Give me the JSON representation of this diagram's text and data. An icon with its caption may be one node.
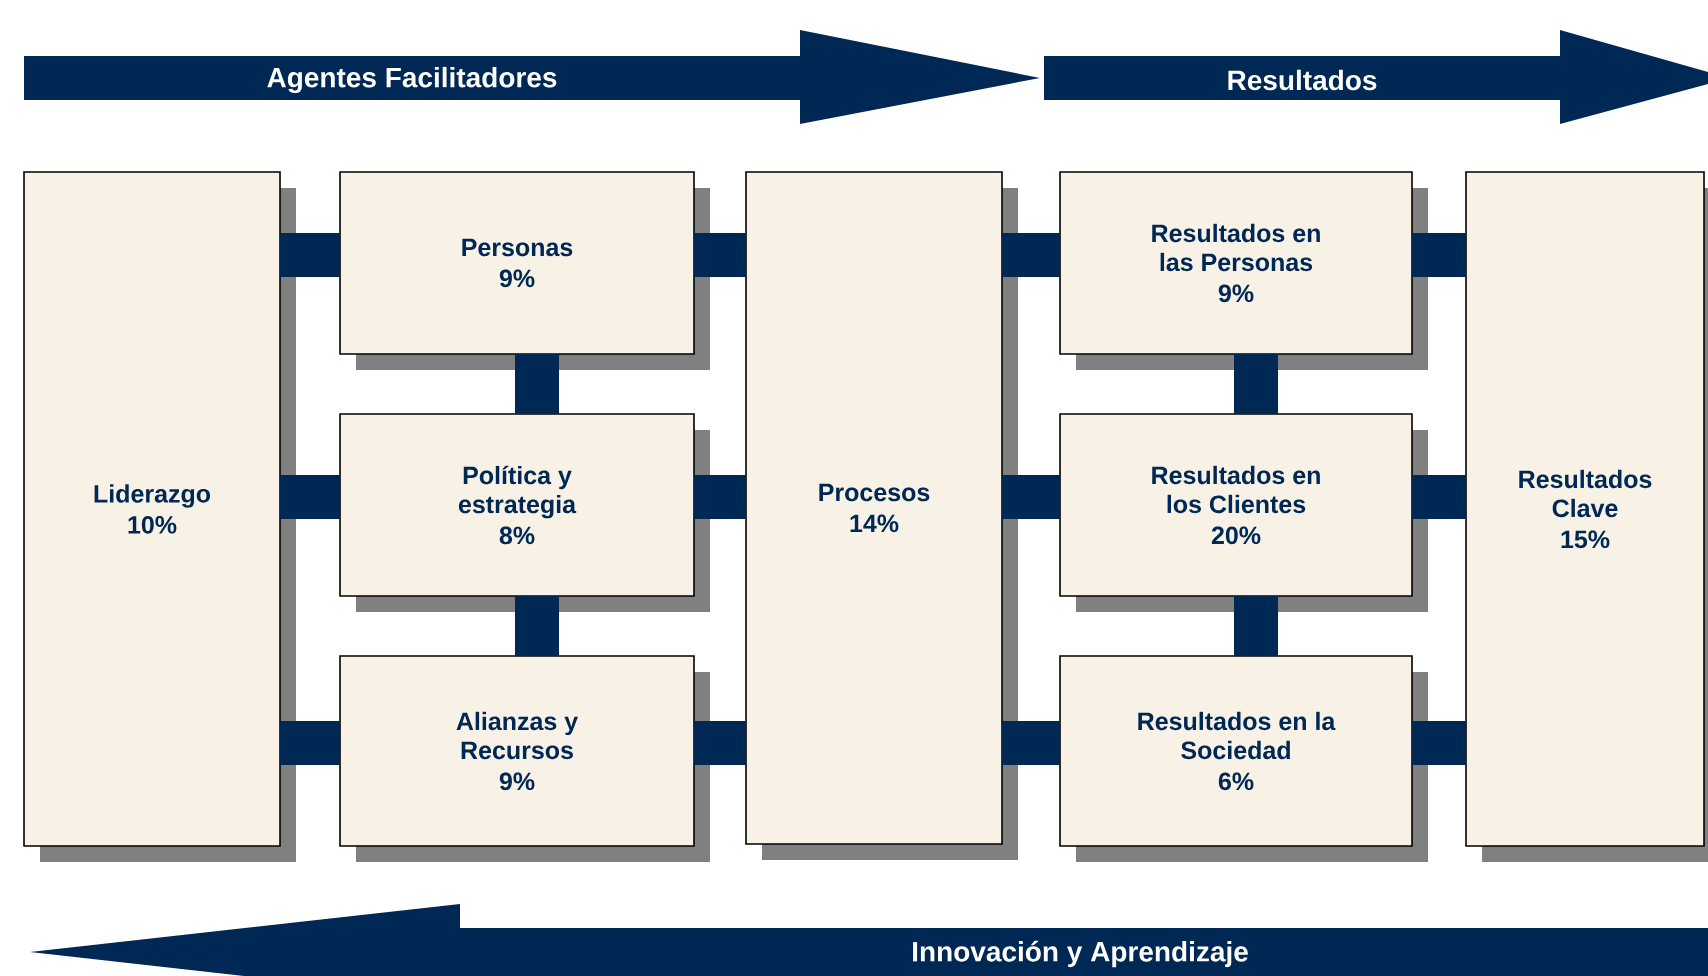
{
  "diagram": {
    "nodes": [
      {
        "text": [
          "Liderazgo",
          "10%"
        ]
      },
      {
        "text": [
          "Personas",
          "9%"
        ]
      },
      {
        "text": [
          "Política y estrategia",
          "8%"
        ]
      },
      {
        "text": [
          "Alianzas y Recursos",
          "9%"
        ]
      },
      {
        "text": [
          "Procesos",
          "14%"
        ]
      },
      {
        "text": [
          "Resultados en las Personas",
          "9%"
        ]
      },
      {
        "text": [
          "Resultados en los Clientes",
          "20%"
        ]
      },
      {
        "text": [
          "Resultados en la Sociedad",
          "6%"
        ]
      },
      {
        "text": [
          "Resultados Clave",
          "15%"
        ]
      }
    ],
    "edges": [
      {
        "from": 0,
        "to": 1,
        "arrow": "none"
      },
      {
        "from": 0,
        "to": 2,
        "arrow": "none"
      },
      {
        "from": 0,
        "to": 3,
        "arrow": "none"
      },
      {
        "from": 1,
        "to": 2,
        "arrow": "none"
      },
      {
        "from": 2,
        "to": 3,
        "arrow": "none"
      },
      {
        "from": 1,
        "to": 4,
        "arrow": "none"
      },
      {
        "from": 2,
        "to": 4,
        "arrow": "none"
      },
      {
        "from": 3,
        "to": 4,
        "arrow": "none"
      },
      {
        "from": 4,
        "to": 5,
        "arrow": "none"
      },
      {
        "from": 4,
        "to": 6,
        "arrow": "none"
      },
      {
        "from": 4,
        "to": 7,
        "arrow": "none"
      },
      {
        "from": 5,
        "to": 6,
        "arrow": "none"
      },
      {
        "from": 6,
        "to": 7,
        "arrow": "none"
      },
      {
        "from": 5,
        "to": 8,
        "arrow": "none"
      },
      {
        "from": 6,
        "to": 8,
        "arrow": "none"
      },
      {
        "from": 7,
        "to": 8,
        "arrow": "none"
      }
    ],
    "labels": [
      "Agentes Facilitadores",
      "Resultados",
      "Innovación y Aprendizaje"
    ]
  }
}
